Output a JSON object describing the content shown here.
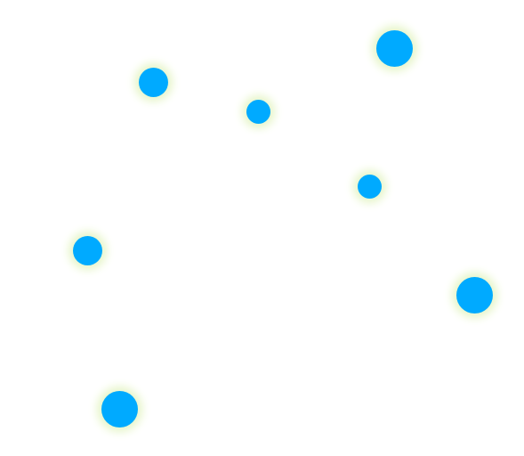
{
  "colors": {
    "background": "#ffffff",
    "dot_fill": "#00aaff",
    "dot_glow": "#e6f5c8"
  },
  "dots": [
    {
      "id": "dot-1",
      "icon": "circle-icon"
    },
    {
      "id": "dot-2",
      "icon": "circle-icon"
    },
    {
      "id": "dot-3",
      "icon": "circle-icon"
    },
    {
      "id": "dot-4",
      "icon": "circle-icon"
    },
    {
      "id": "dot-5",
      "icon": "circle-icon"
    },
    {
      "id": "dot-6",
      "icon": "circle-icon"
    },
    {
      "id": "dot-7",
      "icon": "circle-icon"
    }
  ]
}
